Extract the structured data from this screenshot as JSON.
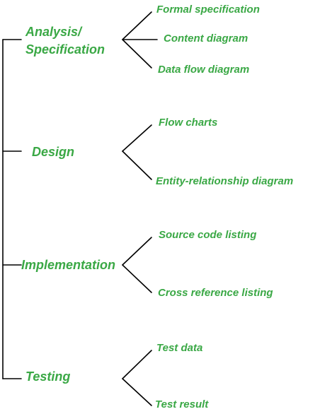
{
  "colors": {
    "text": "#3aa845",
    "lines": "#000000",
    "background": "#ffffff"
  },
  "phases": [
    {
      "label_line1": "Analysis/",
      "label_line2": "Specification",
      "items": [
        "Formal specification",
        "Content diagram",
        "Data flow diagram"
      ]
    },
    {
      "label": "Design",
      "items": [
        "Flow charts",
        "Entity-relationship diagram"
      ]
    },
    {
      "label": "Implementation",
      "items": [
        "Source code listing",
        "Cross reference listing"
      ]
    },
    {
      "label": "Testing",
      "items": [
        "Test data",
        "Test result"
      ]
    }
  ]
}
